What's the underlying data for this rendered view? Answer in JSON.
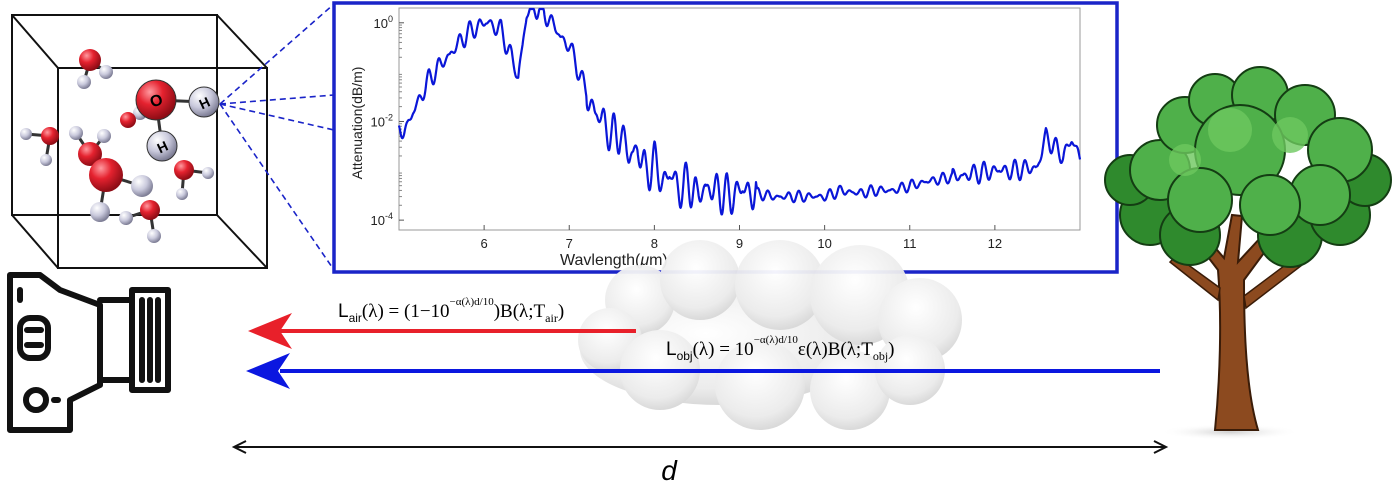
{
  "chart_data": {
    "type": "line",
    "xlabel": "Wavlength(",
    "xlabel_mu": "μ",
    "xlabel_unit": "m)",
    "ylabel": "Attenuation(dB/m)",
    "xlim": [
      5.0,
      13.0
    ],
    "ylim_log10": [
      -4.2,
      0.3
    ],
    "yscale": "log",
    "x_ticks": [
      "6",
      "7",
      "8",
      "9",
      "10",
      "11",
      "12"
    ],
    "y_ticks": [
      {
        "base": "10",
        "exp": "0"
      },
      {
        "base": "10",
        "exp": "-2"
      },
      {
        "base": "10",
        "exp": "-4"
      }
    ],
    "series": [
      {
        "color": "#0a16d8",
        "x": [
          5.0,
          5.1,
          5.2,
          5.35,
          5.5,
          5.65,
          5.8,
          5.95,
          6.05,
          6.2,
          6.3,
          6.4,
          6.5,
          6.6,
          6.7,
          6.8,
          6.9,
          7.0,
          7.1,
          7.2,
          7.3,
          7.4,
          7.5,
          7.6,
          7.7,
          7.8,
          7.9,
          8.0,
          8.1,
          8.2,
          8.3,
          8.4,
          8.5,
          8.6,
          8.7,
          8.8,
          8.9,
          9.0,
          9.2,
          9.4,
          9.6,
          9.8,
          10.0,
          10.2,
          10.4,
          10.6,
          10.8,
          11.0,
          11.2,
          11.4,
          11.6,
          11.8,
          12.0,
          12.2,
          12.35,
          12.5,
          12.6,
          12.7,
          12.8,
          12.9,
          13.0
        ],
        "y": [
          0.006,
          0.008,
          0.02,
          0.07,
          0.15,
          0.3,
          0.6,
          0.9,
          1.0,
          0.7,
          0.25,
          0.08,
          1.5,
          2.0,
          1.6,
          1.0,
          0.5,
          0.35,
          0.12,
          0.04,
          0.015,
          0.01,
          0.005,
          0.006,
          0.002,
          0.003,
          0.0009,
          0.0015,
          0.0006,
          0.0008,
          0.0004,
          0.0006,
          0.0003,
          0.0005,
          0.0004,
          0.00035,
          0.0003,
          0.0004,
          0.00035,
          0.0003,
          0.0003,
          0.0003,
          0.0003,
          0.0004,
          0.00035,
          0.0004,
          0.0004,
          0.0005,
          0.0006,
          0.0007,
          0.0008,
          0.0009,
          0.001,
          0.001,
          0.0011,
          0.0012,
          0.005,
          0.003,
          0.002,
          0.004,
          0.002
        ]
      }
    ]
  },
  "molecule": {
    "oxygen_label": "O",
    "hydrogen_label": "H"
  },
  "equations": {
    "air": {
      "L": "L",
      "sub_air": "air",
      "lam": "(λ) = (1−10",
      "exp": "−α(λ)d/10",
      "rest": ")B(λ;T",
      "sub_T": "air",
      "close": ")"
    },
    "obj": {
      "L": "L",
      "sub_obj": "obj",
      "lam": "(λ) = 10",
      "exp": "−α(λ)d/10",
      "rest": "ε(λ)B(λ;T",
      "sub_T": "obj",
      "close": ")"
    }
  },
  "distance_label": "d",
  "colors": {
    "plot_border": "#1a24c8",
    "spectrum": "#0a16d8",
    "air_arrow": "#e8202a",
    "obj_arrow": "#0b17e0",
    "oxygen": "#e5222f",
    "hydrogen": "#c9c9dc",
    "leaf": "#3fa33a",
    "trunk": "#8c4a1f"
  }
}
